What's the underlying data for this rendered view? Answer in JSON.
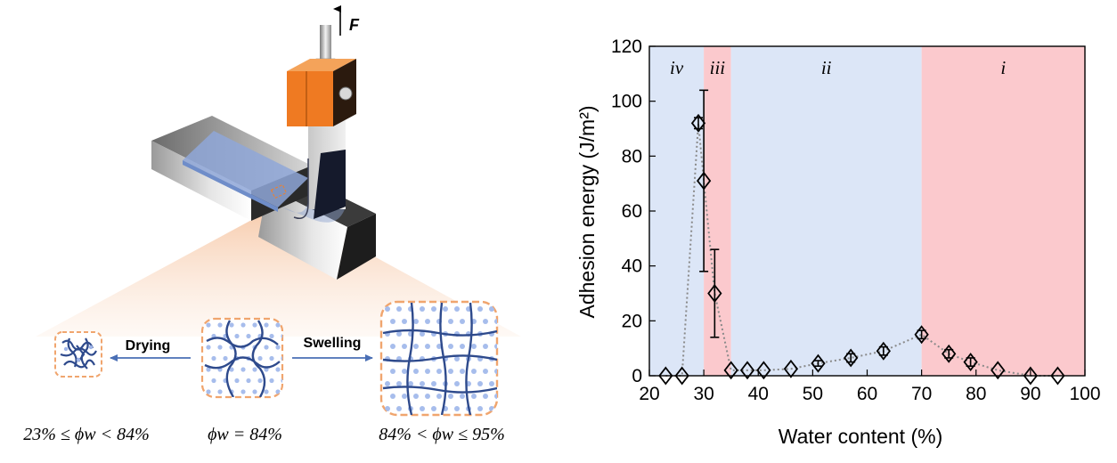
{
  "left_panel": {
    "force_label": "F",
    "drying_label": "Drying",
    "swelling_label": "Swelling",
    "phi_label_left": "23% ≤ ϕw < 84%",
    "phi_label_center": "ϕw = 84%",
    "phi_label_right": "84% < ϕw ≤ 95%"
  },
  "chart_data": {
    "type": "scatter",
    "xlabel": "Water content (%)",
    "ylabel": "Adhesion energy (J/m²)",
    "xlim": [
      20,
      100
    ],
    "ylim": [
      0,
      120
    ],
    "xticks": [
      20,
      30,
      40,
      50,
      60,
      70,
      80,
      90,
      100
    ],
    "yticks": [
      0,
      20,
      40,
      60,
      80,
      100,
      120
    ],
    "marker": "diamond",
    "line_style": "dotted",
    "regions": [
      {
        "label": "iv",
        "x0": 20,
        "x1": 30,
        "color": "#dce6f7"
      },
      {
        "label": "iii",
        "x0": 30,
        "x1": 35,
        "color": "#fbc9cd"
      },
      {
        "label": "ii",
        "x0": 35,
        "x1": 70,
        "color": "#dce6f7"
      },
      {
        "label": "i",
        "x0": 70,
        "x1": 100,
        "color": "#fbc9cd"
      }
    ],
    "points": [
      {
        "x": 23,
        "y": 0,
        "err": 0
      },
      {
        "x": 26,
        "y": 0,
        "err": 0
      },
      {
        "x": 29,
        "y": 92,
        "err": 2
      },
      {
        "x": 30,
        "y": 71,
        "err": 33
      },
      {
        "x": 32,
        "y": 30,
        "err": 16
      },
      {
        "x": 35,
        "y": 2,
        "err": 0
      },
      {
        "x": 38,
        "y": 2,
        "err": 0
      },
      {
        "x": 41,
        "y": 2,
        "err": 0
      },
      {
        "x": 46,
        "y": 2.5,
        "err": 0
      },
      {
        "x": 51,
        "y": 4.5,
        "err": 1
      },
      {
        "x": 57,
        "y": 6.5,
        "err": 1.5
      },
      {
        "x": 63,
        "y": 9,
        "err": 1.5
      },
      {
        "x": 70,
        "y": 15,
        "err": 1.5
      },
      {
        "x": 75,
        "y": 8,
        "err": 1.5
      },
      {
        "x": 79,
        "y": 5,
        "err": 1.5
      },
      {
        "x": 84,
        "y": 2,
        "err": 0
      },
      {
        "x": 90,
        "y": 0,
        "err": 0
      },
      {
        "x": 95,
        "y": 0,
        "err": 0
      }
    ]
  }
}
